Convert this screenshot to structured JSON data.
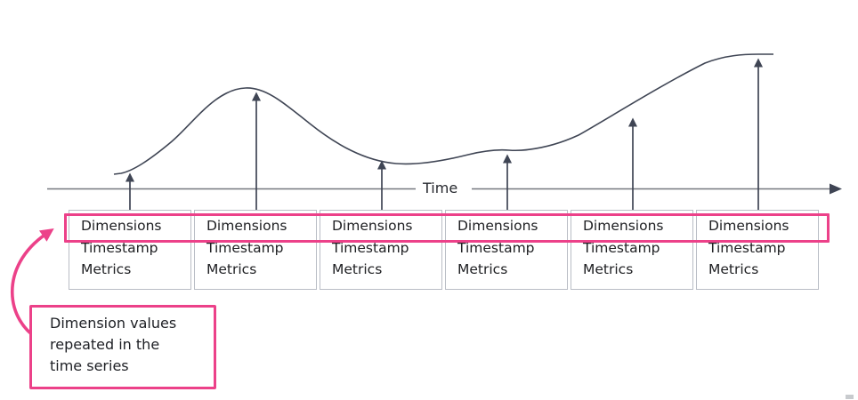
{
  "colors": {
    "pink": "#ec4189",
    "stroke": "#3f4554",
    "axis": "#74787f",
    "box_border": "#b9bdc5",
    "text": "#202124"
  },
  "axis": {
    "label": "Time"
  },
  "records": [
    {
      "lines": [
        "Dimensions",
        "Timestamp",
        "Metrics"
      ]
    },
    {
      "lines": [
        "Dimensions",
        "Timestamp",
        "Metrics"
      ]
    },
    {
      "lines": [
        "Dimensions",
        "Timestamp",
        "Metrics"
      ]
    },
    {
      "lines": [
        "Dimensions",
        "Timestamp",
        "Metrics"
      ]
    },
    {
      "lines": [
        "Dimensions",
        "Timestamp",
        "Metrics"
      ]
    },
    {
      "lines": [
        "Dimensions",
        "Timestamp",
        "Metrics"
      ]
    }
  ],
  "callout": {
    "lines": [
      "Dimension values",
      "repeated in the",
      "time series"
    ]
  }
}
